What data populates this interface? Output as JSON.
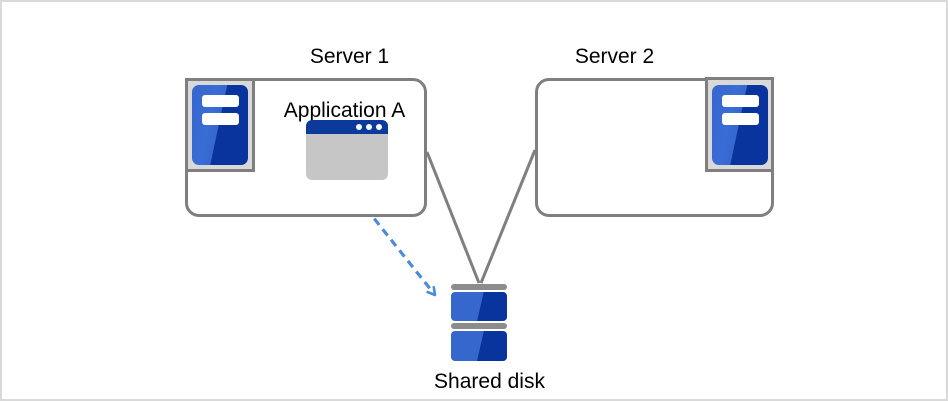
{
  "diagram": {
    "kind": "server-cluster-shared-disk",
    "nodes": {
      "server1": {
        "label": "Server 1"
      },
      "server2": {
        "label": "Server 2"
      },
      "application": {
        "label": "Application A"
      },
      "shared_disk": {
        "label": "Shared disk"
      }
    },
    "edges": [
      {
        "from": "server1",
        "to": "shared_disk",
        "style": "solid",
        "color": "#7f7f7f"
      },
      {
        "from": "server2",
        "to": "shared_disk",
        "style": "solid",
        "color": "#7f7f7f"
      },
      {
        "from": "application",
        "to": "shared_disk",
        "style": "dashed-arrow",
        "color": "#4f8bd6"
      }
    ],
    "icons": {
      "server1_icon": "server-tower-icon",
      "server2_icon": "server-tower-icon",
      "application_icon": "application-window-icon",
      "shared_disk_icon": "disk-stack-icon"
    },
    "colors": {
      "tower_blue_light": "#3667cd",
      "tower_blue_dark": "#0a349d",
      "icon_frame_gray": "#d9d9d9",
      "outline_gray": "#7f7f7f",
      "window_titlebar_blue": "#0c3a9c",
      "window_body_gray": "#c6c6c6",
      "disk_cap_gray": "#8c8c8c",
      "dashed_arrow_blue": "#4f8bd6",
      "page_border_gray": "#d9d9d9"
    }
  }
}
